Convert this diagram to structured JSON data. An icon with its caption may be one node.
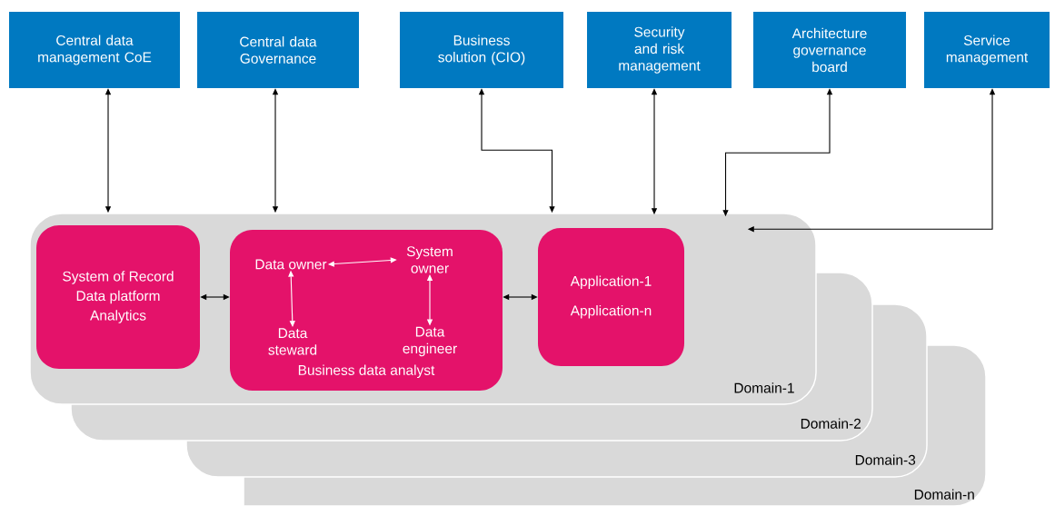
{
  "diagram": {
    "nodes": [
      {
        "text": [
          "Central data management CoE"
        ]
      },
      {
        "text": [
          "Central data Governance"
        ]
      },
      {
        "text": [
          "Business solution (CIO)"
        ]
      },
      {
        "text": [
          "Security and risk management"
        ]
      },
      {
        "text": [
          "Architecture governance board"
        ]
      },
      {
        "text": [
          "Service management"
        ]
      },
      {
        "text": [
          "Domain-1"
        ]
      },
      {
        "text": [
          "System of Record",
          "Data platform",
          "Analytics"
        ],
        "in": 6
      },
      {
        "text": [
          "Business data analyst"
        ],
        "in": 6
      },
      {
        "text": [
          "Data owner"
        ],
        "in": 8
      },
      {
        "text": [
          "System owner"
        ],
        "in": 8
      },
      {
        "text": [
          "Data steward"
        ],
        "in": 8
      },
      {
        "text": [
          "Data engineer"
        ],
        "in": 8
      },
      {
        "text": [
          "Application-1",
          "Application-n"
        ],
        "in": 6
      },
      {
        "text": [
          "Domain-2"
        ]
      },
      {
        "text": [
          "Domain-3"
        ]
      },
      {
        "text": [
          "Domain-n"
        ]
      }
    ],
    "edges": [
      {
        "from": 0,
        "to": 6,
        "arrow": "both"
      },
      {
        "from": 1,
        "to": 6,
        "arrow": "both"
      },
      {
        "from": 2,
        "to": 6,
        "arrow": "both"
      },
      {
        "from": 3,
        "to": 6,
        "arrow": "both"
      },
      {
        "from": 4,
        "to": 6,
        "arrow": "both"
      },
      {
        "from": 5,
        "to": 6,
        "arrow": "both"
      },
      {
        "from": 7,
        "to": 8,
        "arrow": "both"
      },
      {
        "from": 8,
        "to": 13,
        "arrow": "both"
      },
      {
        "from": 9,
        "to": 10,
        "arrow": "both",
        "color": "#ffffff"
      },
      {
        "from": 9,
        "to": 11,
        "arrow": "both",
        "color": "#ffffff"
      },
      {
        "from": 10,
        "to": 12,
        "arrow": "both",
        "color": "#ffffff"
      }
    ]
  }
}
